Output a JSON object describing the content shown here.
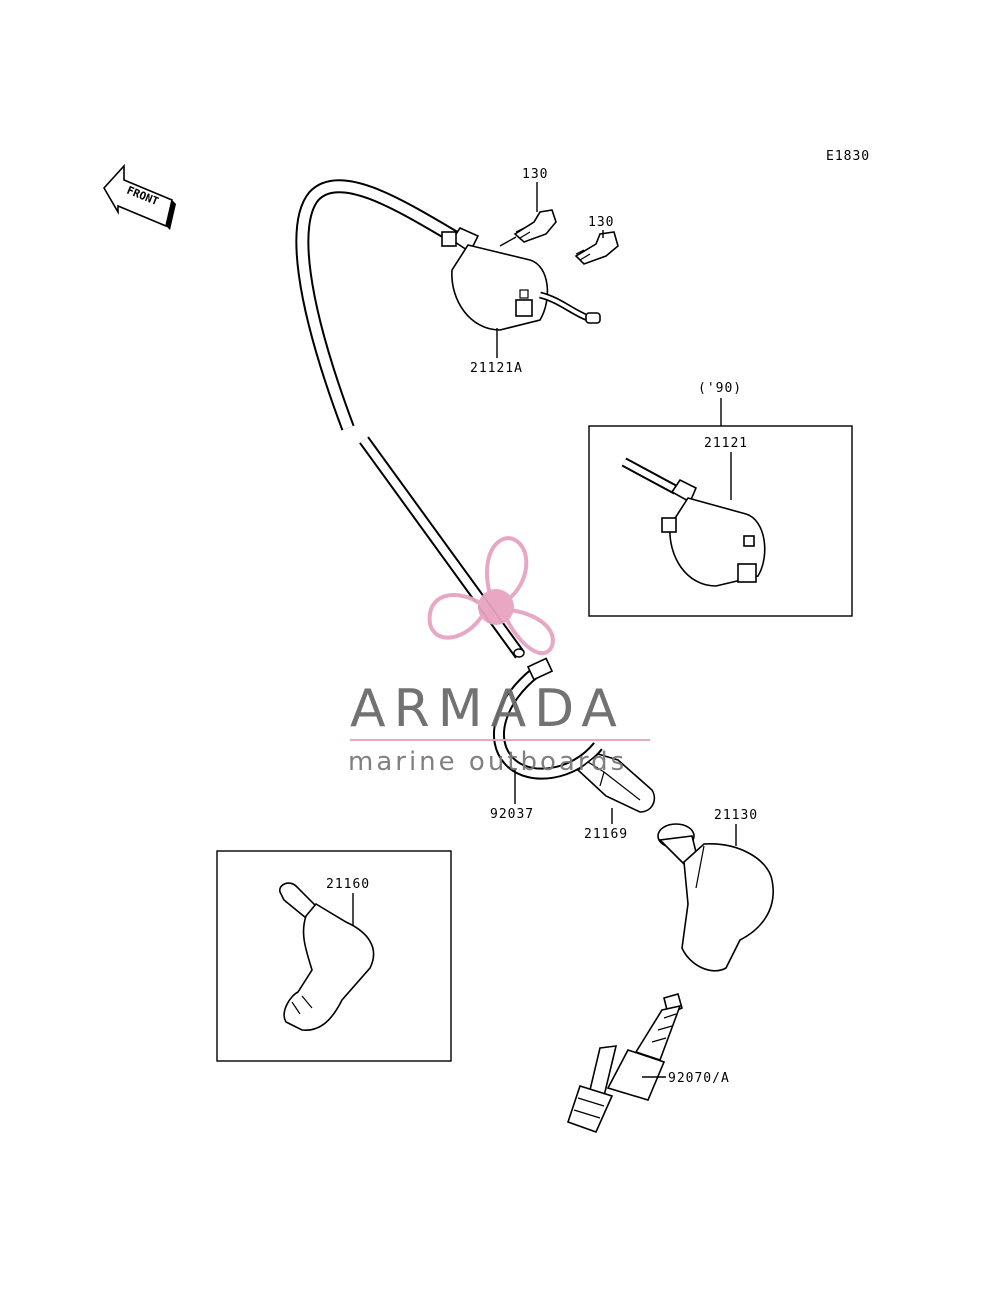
{
  "diagram_code": "E1830",
  "front_arrow": {
    "label": "FRONT",
    "icon": "front-arrow-icon"
  },
  "parts": {
    "bolt_top": "130",
    "bolt_lower": "130",
    "ignition_coil": "21121A",
    "year_note": "('90)",
    "ignition_coil_90": "21121",
    "clamp": "92037",
    "connector": "21169",
    "plug_cap": "21130",
    "plug_cap_alt": "21160",
    "spark_plug": "92070/A"
  },
  "watermark": {
    "title": "ARMADA",
    "subtitle": "marine outboards",
    "logo_icon": "propeller-logo-icon",
    "colors": {
      "title": "#6b6b6b",
      "accent": "#e8a3c3"
    }
  }
}
